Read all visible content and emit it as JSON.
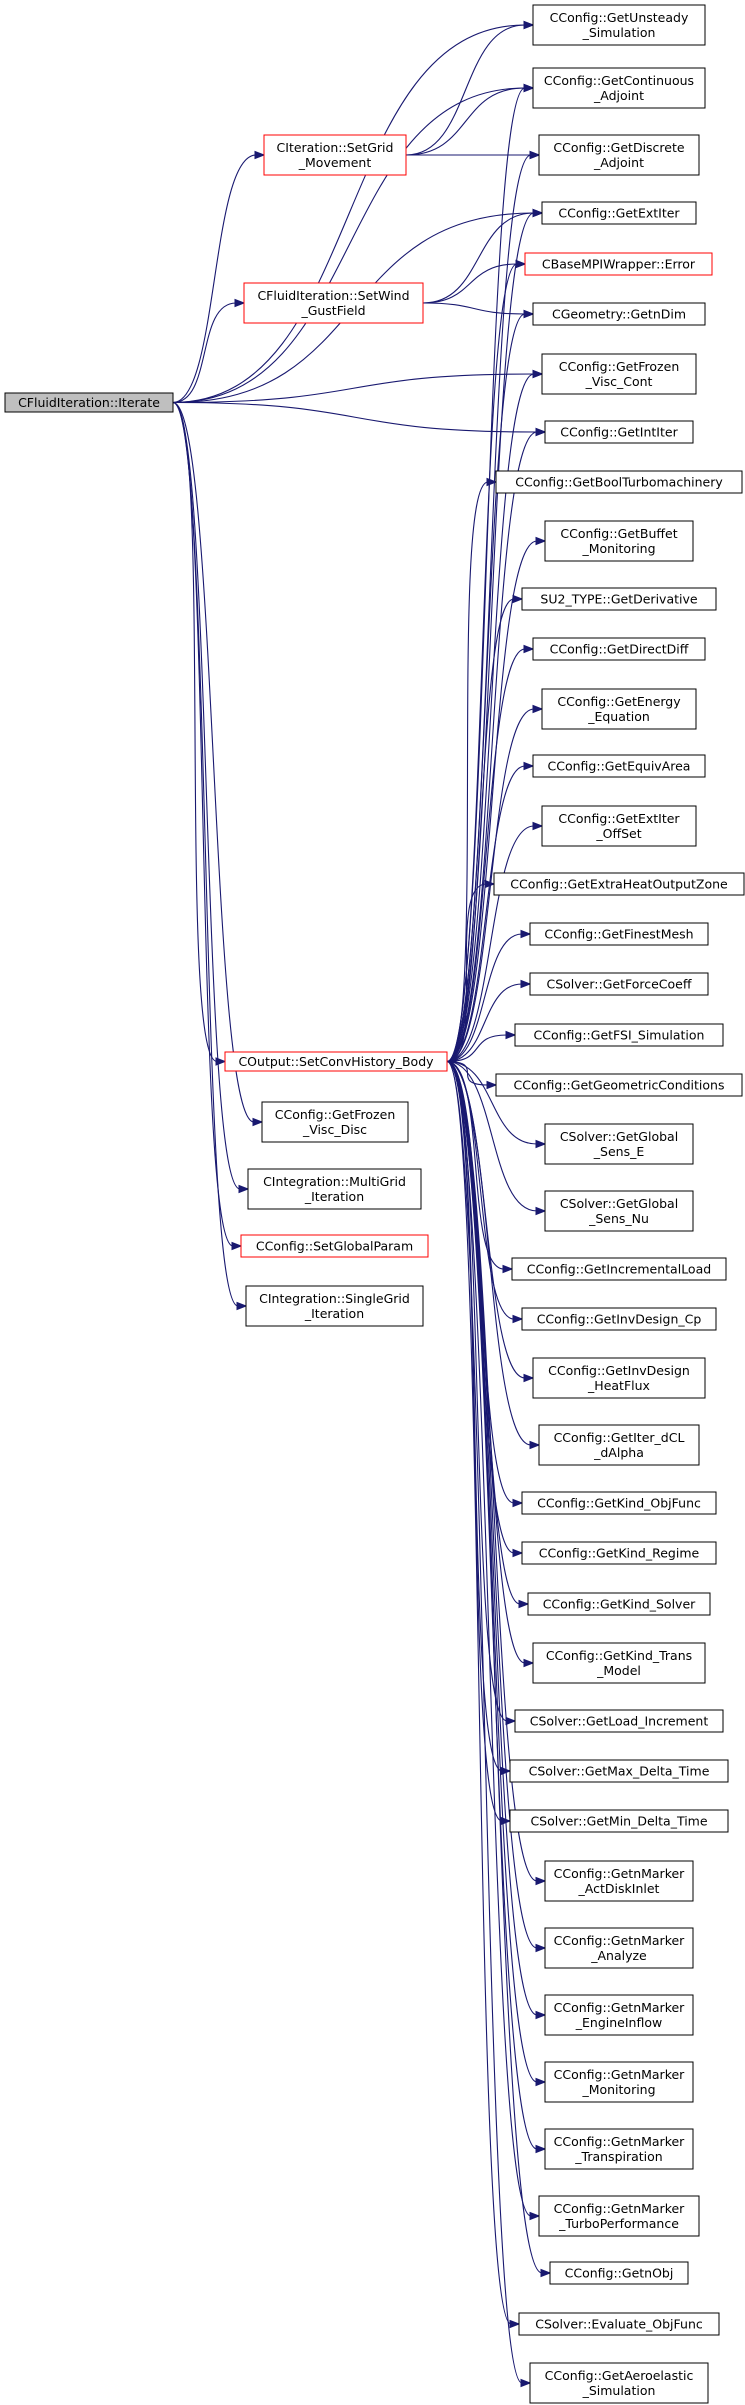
{
  "colors": {
    "edge": "#191970",
    "node_border": "#000000",
    "node_border_red": "#ff0000",
    "root_fill": "#bfbfbf",
    "node_fill": "#ffffff"
  },
  "nodes": [
    {
      "id": "root",
      "lines": [
        "CFluidIteration::Iterate"
      ],
      "style": "root"
    },
    {
      "id": "setgridmov",
      "lines": [
        "CIteration::SetGrid",
        "_Movement"
      ],
      "style": "red"
    },
    {
      "id": "setwindgust",
      "lines": [
        "CFluidIteration::SetWind",
        "_GustField"
      ],
      "style": "red"
    },
    {
      "id": "setconvhist",
      "lines": [
        "COutput::SetConvHistory_Body"
      ],
      "style": "red"
    },
    {
      "id": "getfrozenviscdisc",
      "lines": [
        "CConfig::GetFrozen",
        "_Visc_Disc"
      ],
      "style": "normal"
    },
    {
      "id": "multigrid",
      "lines": [
        "CIntegration::MultiGrid",
        "_Iteration"
      ],
      "style": "normal"
    },
    {
      "id": "setglobalparam",
      "lines": [
        "CConfig::SetGlobalParam"
      ],
      "style": "red"
    },
    {
      "id": "singlegrid",
      "lines": [
        "CIntegration::SingleGrid",
        "_Iteration"
      ],
      "style": "normal"
    },
    {
      "id": "getunsteady",
      "lines": [
        "CConfig::GetUnsteady",
        "_Simulation"
      ],
      "style": "normal"
    },
    {
      "id": "getcontadj",
      "lines": [
        "CConfig::GetContinuous",
        "_Adjoint"
      ],
      "style": "normal"
    },
    {
      "id": "getdiscadj",
      "lines": [
        "CConfig::GetDiscrete",
        "_Adjoint"
      ],
      "style": "normal"
    },
    {
      "id": "getextiter",
      "lines": [
        "CConfig::GetExtIter"
      ],
      "style": "normal"
    },
    {
      "id": "mpierror",
      "lines": [
        "CBaseMPIWrapper::Error"
      ],
      "style": "red"
    },
    {
      "id": "getndim",
      "lines": [
        "CGeometry::GetnDim"
      ],
      "style": "normal"
    },
    {
      "id": "getfrozenvisccont",
      "lines": [
        "CConfig::GetFrozen",
        "_Visc_Cont"
      ],
      "style": "normal"
    },
    {
      "id": "getintiter",
      "lines": [
        "CConfig::GetIntIter"
      ],
      "style": "normal"
    },
    {
      "id": "getboolturbo",
      "lines": [
        "CConfig::GetBoolTurbomachinery"
      ],
      "style": "normal"
    },
    {
      "id": "getbuffet",
      "lines": [
        "CConfig::GetBuffet",
        "_Monitoring"
      ],
      "style": "normal"
    },
    {
      "id": "getderivative",
      "lines": [
        "SU2_TYPE::GetDerivative"
      ],
      "style": "normal"
    },
    {
      "id": "getdirectdiff",
      "lines": [
        "CConfig::GetDirectDiff"
      ],
      "style": "normal"
    },
    {
      "id": "getenergyeq",
      "lines": [
        "CConfig::GetEnergy",
        "_Equation"
      ],
      "style": "normal"
    },
    {
      "id": "getequivarea",
      "lines": [
        "CConfig::GetEquivArea"
      ],
      "style": "normal"
    },
    {
      "id": "getextiteroffset",
      "lines": [
        "CConfig::GetExtIter",
        "_OffSet"
      ],
      "style": "normal"
    },
    {
      "id": "getextraheat",
      "lines": [
        "CConfig::GetExtraHeatOutputZone"
      ],
      "style": "normal"
    },
    {
      "id": "getfinestmesh",
      "lines": [
        "CConfig::GetFinestMesh"
      ],
      "style": "normal"
    },
    {
      "id": "getforcecoeff",
      "lines": [
        "CSolver::GetForceCoeff"
      ],
      "style": "normal"
    },
    {
      "id": "getfsi",
      "lines": [
        "CConfig::GetFSI_Simulation"
      ],
      "style": "normal"
    },
    {
      "id": "getgeomcond",
      "lines": [
        "CConfig::GetGeometricConditions"
      ],
      "style": "normal"
    },
    {
      "id": "getglobalsense",
      "lines": [
        "CSolver::GetGlobal",
        "_Sens_E"
      ],
      "style": "normal"
    },
    {
      "id": "getglobalsensnu",
      "lines": [
        "CSolver::GetGlobal",
        "_Sens_Nu"
      ],
      "style": "normal"
    },
    {
      "id": "getincload",
      "lines": [
        "CConfig::GetIncrementalLoad"
      ],
      "style": "normal"
    },
    {
      "id": "getinvdesigncp",
      "lines": [
        "CConfig::GetInvDesign_Cp"
      ],
      "style": "normal"
    },
    {
      "id": "getinvdesignhf",
      "lines": [
        "CConfig::GetInvDesign",
        "_HeatFlux"
      ],
      "style": "normal"
    },
    {
      "id": "getiterdcl",
      "lines": [
        "CConfig::GetIter_dCL",
        "_dAlpha"
      ],
      "style": "normal"
    },
    {
      "id": "getkindobj",
      "lines": [
        "CConfig::GetKind_ObjFunc"
      ],
      "style": "normal"
    },
    {
      "id": "getkindregime",
      "lines": [
        "CConfig::GetKind_Regime"
      ],
      "style": "normal"
    },
    {
      "id": "getkindsolver",
      "lines": [
        "CConfig::GetKind_Solver"
      ],
      "style": "normal"
    },
    {
      "id": "getkindtrans",
      "lines": [
        "CConfig::GetKind_Trans",
        "_Model"
      ],
      "style": "normal"
    },
    {
      "id": "getloadinc",
      "lines": [
        "CSolver::GetLoad_Increment"
      ],
      "style": "normal"
    },
    {
      "id": "getmaxdt",
      "lines": [
        "CSolver::GetMax_Delta_Time"
      ],
      "style": "normal"
    },
    {
      "id": "getmindt",
      "lines": [
        "CSolver::GetMin_Delta_Time"
      ],
      "style": "normal"
    },
    {
      "id": "getnmarkeractdisk",
      "lines": [
        "CConfig::GetnMarker",
        "_ActDiskInlet"
      ],
      "style": "normal"
    },
    {
      "id": "getnmarkeranalyze",
      "lines": [
        "CConfig::GetnMarker",
        "_Analyze"
      ],
      "style": "normal"
    },
    {
      "id": "getnmarkerengine",
      "lines": [
        "CConfig::GetnMarker",
        "_EngineInflow"
      ],
      "style": "normal"
    },
    {
      "id": "getnmarkermon",
      "lines": [
        "CConfig::GetnMarker",
        "_Monitoring"
      ],
      "style": "normal"
    },
    {
      "id": "getnmarkertransp",
      "lines": [
        "CConfig::GetnMarker",
        "_Transpiration"
      ],
      "style": "normal"
    },
    {
      "id": "getnmarkerturbo",
      "lines": [
        "CConfig::GetnMarker",
        "_TurboPerformance"
      ],
      "style": "normal"
    },
    {
      "id": "getnobj",
      "lines": [
        "CConfig::GetnObj"
      ],
      "style": "normal"
    },
    {
      "id": "evalobj",
      "lines": [
        "CSolver::Evaluate_ObjFunc"
      ],
      "style": "normal"
    },
    {
      "id": "getaeroelastic",
      "lines": [
        "CConfig::GetAeroelastic",
        "_Simulation"
      ],
      "style": "normal"
    }
  ],
  "edges": [
    [
      "root",
      "getunsteady"
    ],
    [
      "root",
      "getcontadj"
    ],
    [
      "root",
      "setgridmov"
    ],
    [
      "root",
      "getextiter"
    ],
    [
      "root",
      "setwindgust"
    ],
    [
      "root",
      "getfrozenvisccont"
    ],
    [
      "root",
      "getintiter"
    ],
    [
      "root",
      "setconvhist"
    ],
    [
      "root",
      "getfrozenviscdisc"
    ],
    [
      "root",
      "multigrid"
    ],
    [
      "root",
      "setglobalparam"
    ],
    [
      "root",
      "singlegrid"
    ],
    [
      "setgridmov",
      "getunsteady"
    ],
    [
      "setgridmov",
      "getcontadj"
    ],
    [
      "setgridmov",
      "getdiscadj"
    ],
    [
      "setwindgust",
      "getextiter"
    ],
    [
      "setwindgust",
      "mpierror"
    ],
    [
      "setwindgust",
      "getndim"
    ],
    [
      "setconvhist",
      "getcontadj"
    ],
    [
      "setconvhist",
      "getdiscadj"
    ],
    [
      "setconvhist",
      "getextiter"
    ],
    [
      "setconvhist",
      "mpierror"
    ],
    [
      "setconvhist",
      "getndim"
    ],
    [
      "setconvhist",
      "getfrozenvisccont"
    ],
    [
      "setconvhist",
      "getintiter"
    ],
    [
      "setconvhist",
      "getboolturbo"
    ],
    [
      "setconvhist",
      "getbuffet"
    ],
    [
      "setconvhist",
      "getderivative"
    ],
    [
      "setconvhist",
      "getdirectdiff"
    ],
    [
      "setconvhist",
      "getenergyeq"
    ],
    [
      "setconvhist",
      "getequivarea"
    ],
    [
      "setconvhist",
      "getextiteroffset"
    ],
    [
      "setconvhist",
      "getextraheat"
    ],
    [
      "setconvhist",
      "getfinestmesh"
    ],
    [
      "setconvhist",
      "getforcecoeff"
    ],
    [
      "setconvhist",
      "getfsi"
    ],
    [
      "setconvhist",
      "getgeomcond"
    ],
    [
      "setconvhist",
      "getglobalsense"
    ],
    [
      "setconvhist",
      "getglobalsensnu"
    ],
    [
      "setconvhist",
      "getincload"
    ],
    [
      "setconvhist",
      "getinvdesigncp"
    ],
    [
      "setconvhist",
      "getinvdesignhf"
    ],
    [
      "setconvhist",
      "getiterdcl"
    ],
    [
      "setconvhist",
      "getkindobj"
    ],
    [
      "setconvhist",
      "getkindregime"
    ],
    [
      "setconvhist",
      "getkindsolver"
    ],
    [
      "setconvhist",
      "getkindtrans"
    ],
    [
      "setconvhist",
      "getloadinc"
    ],
    [
      "setconvhist",
      "getmaxdt"
    ],
    [
      "setconvhist",
      "getmindt"
    ],
    [
      "setconvhist",
      "getnmarkeractdisk"
    ],
    [
      "setconvhist",
      "getnmarkeranalyze"
    ],
    [
      "setconvhist",
      "getnmarkerengine"
    ],
    [
      "setconvhist",
      "getnmarkermon"
    ],
    [
      "setconvhist",
      "getnmarkertransp"
    ],
    [
      "setconvhist",
      "getnmarkerturbo"
    ],
    [
      "setconvhist",
      "getnobj"
    ],
    [
      "setconvhist",
      "evalobj"
    ],
    [
      "setconvhist",
      "getaeroelastic"
    ]
  ]
}
